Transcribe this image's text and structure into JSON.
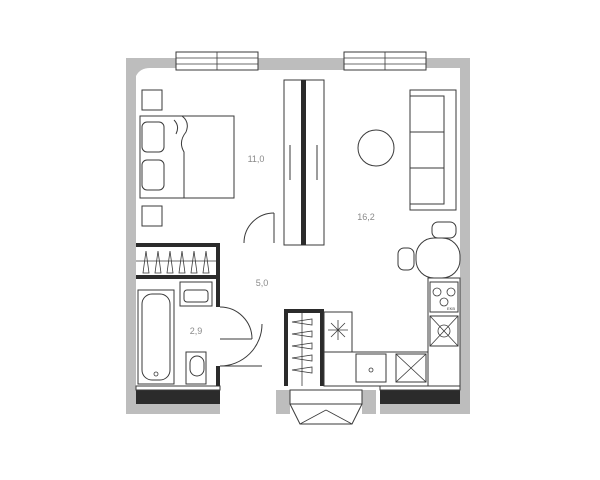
{
  "floorplan": {
    "rooms": [
      {
        "id": "bedroom",
        "area": "11,0"
      },
      {
        "id": "living-kitchen",
        "area": "16,2"
      },
      {
        "id": "hallway",
        "area": "5,0"
      },
      {
        "id": "bathroom",
        "area": "2,9"
      }
    ],
    "stove_label": "EKB"
  }
}
